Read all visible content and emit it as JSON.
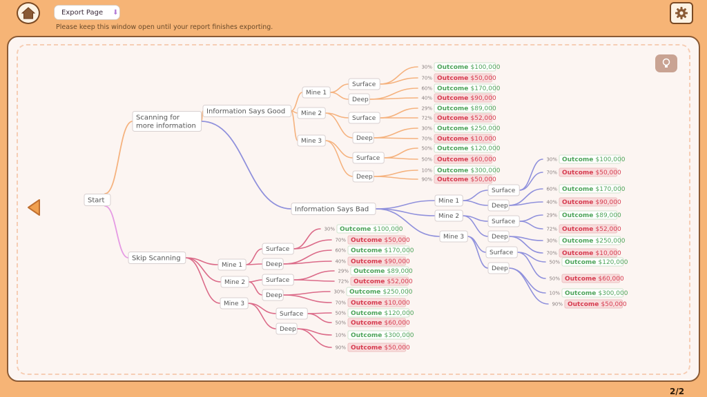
{
  "toolbar": {
    "export_label": "Export Page",
    "notice": "Please keep this window open until your report finishes exporting."
  },
  "page_indicator": "2/2",
  "icons": {
    "home": "home-icon",
    "settings": "gear-icon",
    "hint": "lightbulb-icon",
    "back": "arrow-left-icon",
    "export": "arrow-down-icon"
  },
  "colors": {
    "branch_good": "#f5b27e",
    "branch_bad": "#8f90dc",
    "branch_skip_stem": "#e59ae4",
    "branch_skip": "#db6a88",
    "outcome_good": "#4da45a",
    "outcome_bad": "#d63b4f"
  },
  "labels": {
    "start": "Start",
    "scan": "Scanning for more information",
    "good": "Information Says Good",
    "bad": "Information Says Bad",
    "skip": "Skip Scanning"
  },
  "tree": {
    "good": [
      {
        "mine": "Mine 1",
        "branches": [
          {
            "depth": "Surface",
            "outcomes": [
              {
                "p": "30%",
                "label": "Outcome",
                "value": "$100,000",
                "good": true
              },
              {
                "p": "70%",
                "label": "Outcome",
                "value": "$50,000",
                "good": false
              }
            ]
          },
          {
            "depth": "Deep",
            "outcomes": [
              {
                "p": "60%",
                "label": "Outcome",
                "value": "$170,000",
                "good": true
              },
              {
                "p": "40%",
                "label": "Outcome",
                "value": "$90,000",
                "good": false
              }
            ]
          }
        ]
      },
      {
        "mine": "Mine 2",
        "branches": [
          {
            "depth": "Surface",
            "outcomes": [
              {
                "p": "29%",
                "label": "Outcome",
                "value": "$89,000",
                "good": true
              },
              {
                "p": "72%",
                "label": "Outcome",
                "value": "$52,000",
                "good": false
              }
            ]
          },
          {
            "depth": "Deep",
            "outcomes": [
              {
                "p": "30%",
                "label": "Outcome",
                "value": "$250,000",
                "good": true
              },
              {
                "p": "70%",
                "label": "Outcome",
                "value": "$10,000",
                "good": false
              }
            ]
          }
        ]
      },
      {
        "mine": "Mine 3",
        "branches": [
          {
            "depth": "Surface",
            "outcomes": [
              {
                "p": "50%",
                "label": "Outcome",
                "value": "$120,000",
                "good": true
              },
              {
                "p": "50%",
                "label": "Outcome",
                "value": "$60,000",
                "good": false
              }
            ]
          },
          {
            "depth": "Deep",
            "outcomes": [
              {
                "p": "10%",
                "label": "Outcome",
                "value": "$300,000",
                "good": true
              },
              {
                "p": "90%",
                "label": "Outcome",
                "value": "$50,000",
                "good": false
              }
            ]
          }
        ]
      }
    ],
    "bad": [
      {
        "mine": "Mine 1",
        "branches": [
          {
            "depth": "Surface",
            "outcomes": [
              {
                "p": "30%",
                "label": "Outcome",
                "value": "$100,000",
                "good": true
              },
              {
                "p": "70%",
                "label": "Outcome",
                "value": "$50,000",
                "good": false
              }
            ]
          },
          {
            "depth": "Deep",
            "outcomes": [
              {
                "p": "60%",
                "label": "Outcome",
                "value": "$170,000",
                "good": true
              },
              {
                "p": "40%",
                "label": "Outcome",
                "value": "$90,000",
                "good": false
              }
            ]
          }
        ]
      },
      {
        "mine": "Mine 2",
        "branches": [
          {
            "depth": "Surface",
            "outcomes": [
              {
                "p": "29%",
                "label": "Outcome",
                "value": "$89,000",
                "good": true
              },
              {
                "p": "72%",
                "label": "Outcome",
                "value": "$52,000",
                "good": false
              }
            ]
          },
          {
            "depth": "Deep",
            "outcomes": [
              {
                "p": "30%",
                "label": "Outcome",
                "value": "$250,000",
                "good": true
              },
              {
                "p": "70%",
                "label": "Outcome",
                "value": "$10,000",
                "good": false
              }
            ]
          }
        ]
      },
      {
        "mine": "Mine 3",
        "branches": [
          {
            "depth": "Surface",
            "outcomes": [
              {
                "p": "50%",
                "label": "Outcome",
                "value": "$120,000",
                "good": true
              },
              {
                "p": "50%",
                "label": "Outcome",
                "value": "$60,000",
                "good": false
              }
            ]
          },
          {
            "depth": "Deep",
            "outcomes": [
              {
                "p": "10%",
                "label": "Outcome",
                "value": "$300,000",
                "good": true
              },
              {
                "p": "90%",
                "label": "Outcome",
                "value": "$50,000",
                "good": false
              }
            ]
          }
        ]
      }
    ],
    "skip": [
      {
        "mine": "Mine 1",
        "branches": [
          {
            "depth": "Surface",
            "outcomes": [
              {
                "p": "30%",
                "label": "Outcome",
                "value": "$100,000",
                "good": true
              },
              {
                "p": "70%",
                "label": "Outcome",
                "value": "$50,000",
                "good": false
              }
            ]
          },
          {
            "depth": "Deep",
            "outcomes": [
              {
                "p": "60%",
                "label": "Outcome",
                "value": "$170,000",
                "good": true
              },
              {
                "p": "40%",
                "label": "Outcome",
                "value": "$90,000",
                "good": false
              }
            ]
          }
        ]
      },
      {
        "mine": "Mine 2",
        "branches": [
          {
            "depth": "Surface",
            "outcomes": [
              {
                "p": "29%",
                "label": "Outcome",
                "value": "$89,000",
                "good": true
              },
              {
                "p": "72%",
                "label": "Outcome",
                "value": "$52,000",
                "good": false
              }
            ]
          },
          {
            "depth": "Deep",
            "outcomes": [
              {
                "p": "30%",
                "label": "Outcome",
                "value": "$250,000",
                "good": true
              },
              {
                "p": "70%",
                "label": "Outcome",
                "value": "$10,000",
                "good": false
              }
            ]
          }
        ]
      },
      {
        "mine": "Mine 3",
        "branches": [
          {
            "depth": "Surface",
            "outcomes": [
              {
                "p": "50%",
                "label": "Outcome",
                "value": "$120,000",
                "good": true
              },
              {
                "p": "50%",
                "label": "Outcome",
                "value": "$60,000",
                "good": false
              }
            ]
          },
          {
            "depth": "Deep",
            "outcomes": [
              {
                "p": "10%",
                "label": "Outcome",
                "value": "$300,000",
                "good": true
              },
              {
                "p": "90%",
                "label": "Outcome",
                "value": "$50,000",
                "good": false
              }
            ]
          }
        ]
      }
    ]
  }
}
